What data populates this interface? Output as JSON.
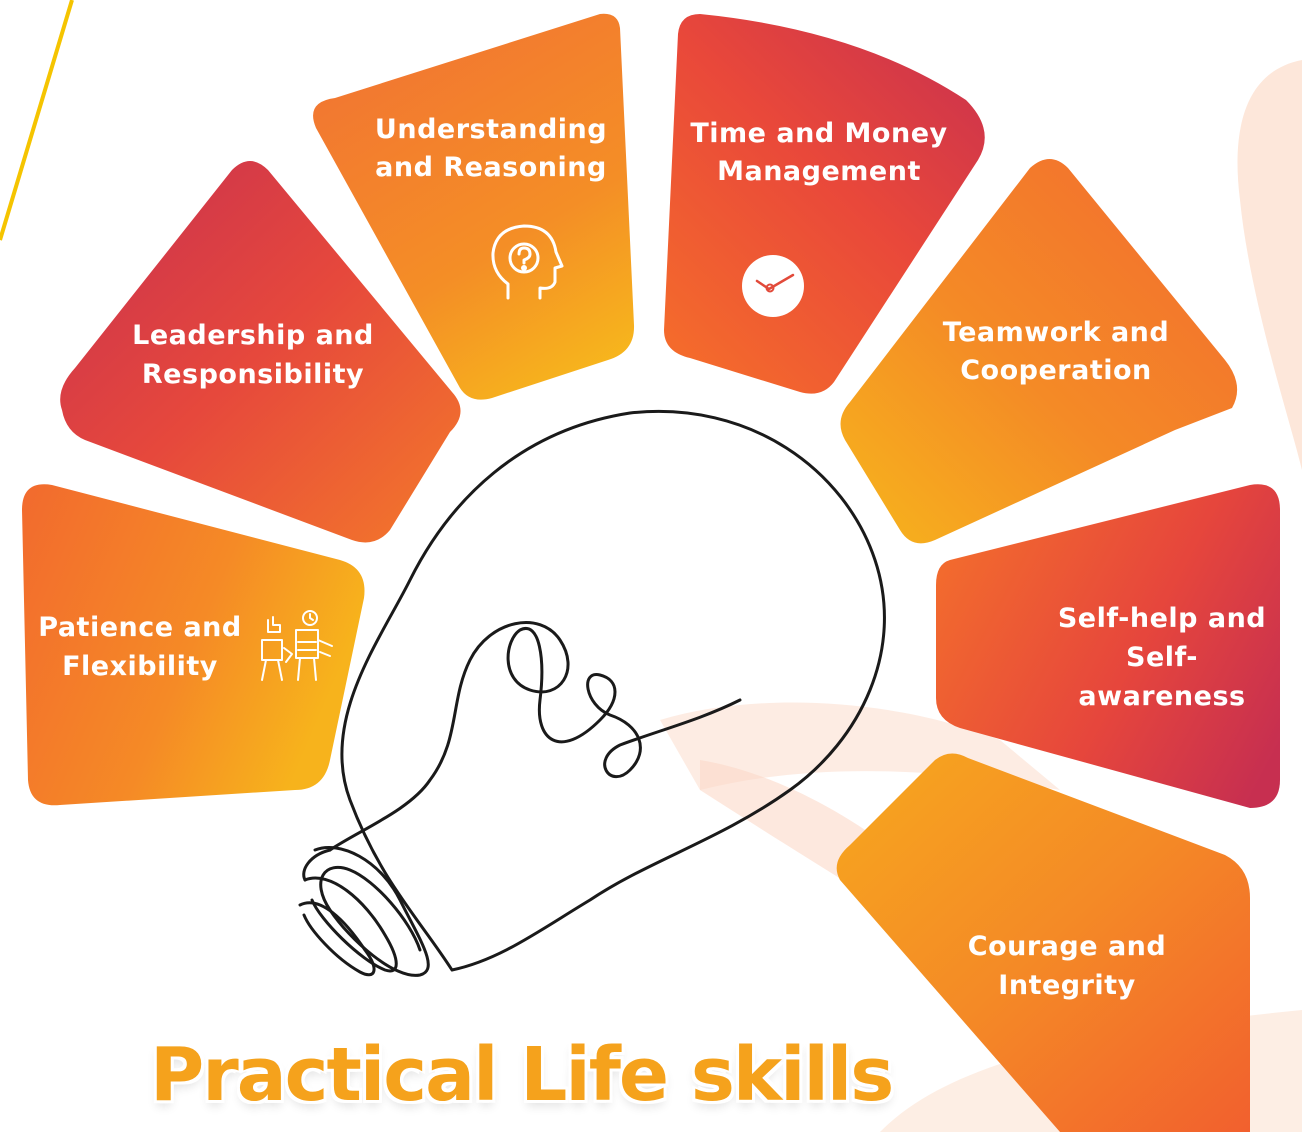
{
  "title": "Practical Life skills",
  "colors": {
    "orange": "#f47a2a",
    "amber": "#f7b21c",
    "crimson": "#c9304f",
    "title": "#f5a21c",
    "yellow_line": "#f5c400"
  },
  "skills": {
    "leadership": {
      "line1": "Leadership and",
      "line2": "Responsibility"
    },
    "understanding": {
      "line1": "Understanding",
      "line2": "and Reasoning",
      "icon": "head-question-icon"
    },
    "time_money": {
      "line1": "Time and Money",
      "line2": "Management",
      "icon": "clock-icon"
    },
    "teamwork": {
      "line1": "Teamwork and",
      "line2": "Cooperation"
    },
    "patience": {
      "line1": "Patience and",
      "line2": "Flexibility",
      "icon": "people-teaching-icon"
    },
    "selfhelp": {
      "line1": "Self-help and",
      "line2": "Self-",
      "line3": "awareness"
    },
    "courage": {
      "line1": "Courage and",
      "line2": "Integrity"
    }
  },
  "center_icon": "lightbulb-outline-icon"
}
